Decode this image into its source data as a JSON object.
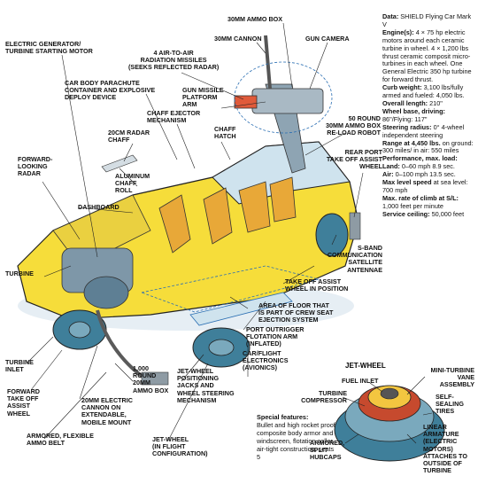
{
  "specs": [
    {
      "label": "Data:",
      "value": "SHIELD Flying Car Mark V"
    },
    {
      "label": "Engine(s):",
      "value": "4 × 75 hp electric motors around each ceramic turbine in wheel. 4 × 1,200 lbs thrust ceramic composit micro-turbines in each wheel. One General Electric 350 hp turbine for forward thrust."
    },
    {
      "label": "Curb weight:",
      "value": "3,100 lbs/fully armed and fueled: 4,050 lbs."
    },
    {
      "label": "Overall length:",
      "value": "210\""
    },
    {
      "label": "Wheel base, driving:",
      "value": "86\"/Flying: 117\""
    },
    {
      "label": "Steering radius:",
      "value": "0° 4-wheel independent steering"
    },
    {
      "label": "Range at 4,450 lbs.",
      "value": "on ground: 300 miles/ in air: 550 miles"
    },
    {
      "label": "Performance, max. load:",
      "value": ""
    },
    {
      "label": "Land:",
      "value": "0–60 mph 8.9 sec."
    },
    {
      "label": "Air:",
      "value": "0–100 mph 13.5 sec."
    },
    {
      "label": "Max level speed",
      "value": "at sea level: 700 mph"
    },
    {
      "label": "Max. rate of climb at S/L:",
      "value": "1,000 feet per minute"
    },
    {
      "label": "Service ceiling:",
      "value": "50,000 feet"
    }
  ],
  "special_features": {
    "title": "Special features:",
    "text": "Bullet and high rocket proof composite body armor and windscreen, flotation collar, air-tight construction, seats 5"
  },
  "callouts": {
    "ammo_30mm_box": "30mm AMMO BOX",
    "cannon_30mm": "30mm CANNON",
    "gun_camera": "GUN CAMERA",
    "electric_generator": "ELECTRIC GENERATOR/\nTURBINE STARTING MOTOR",
    "air_to_air_missiles": "4 AIR-TO-AIR\nRADIATION MISSILES\n(SEEKS REFLECTED RADAR)",
    "parachute_container": "CAR BODY PARACHUTE\nCONTAINER AND EXPLOSIVE\nDEPLOY DEVICE",
    "gun_missile_platform": "GUN MISSILE\nPLATFORM\nARM",
    "chaff_ejector": "CHAFF EJECTOR\nMECHANISM",
    "radar_chaff": "20cm RADAR\nCHAFF",
    "chaff_hatch": "CHAFF\nHATCH",
    "reload_robot": "50 ROUND\n30mm AMMO BOX\nRE-LOAD ROBOT",
    "forward_radar": "FORWARD-\nLOOKING\nRADAR",
    "aluminum_chaff": "ALUMINUM\nCHAFF\nROLL",
    "rear_port_takeoff": "REAR PORT\nTAKE OFF ASSIST\nWHEEL",
    "dashboard": "DASHBOARD",
    "turbine": "TURBINE",
    "sband_antennae": "S-BAND\nCOMMUNICATION\nSATELLITE\nANTENNAE",
    "takeoff_assist_position": "TAKE OFF ASSIST\nWHEEL IN POSITION",
    "crew_seat_area": "AREA OF FLOOR THAT\nIS PART OF CREW SEAT\nEJECTION SYSTEM",
    "port_outrigger": "PORT OUTRIGGER\nFLOTATION ARM\n(INFLATED)",
    "car_flight_electronics": "CAR/FLIGHT\nELECTRONICS\n(AVIONICS)",
    "turbine_inlet": "TURBINE\nINLET",
    "ammo_1000": "1,000\nROUND\n20mm\nAMMO BOX",
    "jetwheel_jacks": "JET-WHEEL\nPOSITIONING\nJACKS AND\nWHEEL STEERING\nMECHANISM",
    "forward_takeoff": "FORWARD\nTAKE OFF\nASSIST\nWHEEL",
    "cannon_20mm": "20mm ELECTRIC\nCANNON ON\nEXTENDABLE,\nMOBILE MOUNT",
    "ammo_belt": "ARMORED, FLEXIBLE\nAMMO BELT",
    "jetwheel_flight_config": "JET-WHEEL\n(IN FLIGHT\nCONFIGURATION)"
  },
  "jet_wheel": {
    "title": "JET-WHEEL",
    "fuel_inlet": "FUEL INLET",
    "mini_turbine": "MINI-TURBINE\nVANE\nASSEMBLY",
    "turbine_compressor": "TURBINE\nCOMPRESSOR",
    "self_sealing": "SELF-\nSEALING\nTIRES",
    "hubcaps": "ARMORED,\nSPLIT\nHUBCAPS",
    "linear_armature": "LINEAR\nARMATURE\n(ELECTRIC\nMOTORS)\nATTACHES TO\nOUTSIDE OF\nTURBINE"
  }
}
